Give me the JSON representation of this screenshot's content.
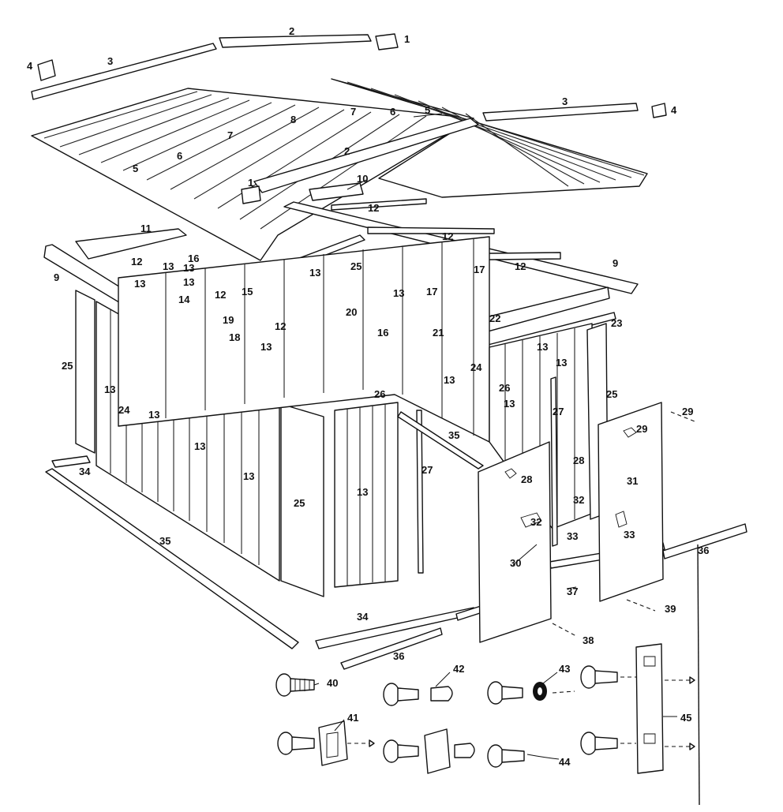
{
  "callouts": {
    "c1a": "1",
    "c1b": "1",
    "c2a": "2",
    "c2b": "2",
    "c3a": "3",
    "c3b": "3",
    "c4a": "4",
    "c4b": "4",
    "c5a": "5",
    "c5b": "5",
    "c6a": "6",
    "c6b": "6",
    "c7a": "7",
    "c7b": "7",
    "c8": "8",
    "c9a": "9",
    "c9b": "9",
    "c10": "10",
    "c11": "11",
    "c12a": "12",
    "c12b": "12",
    "c12c": "12",
    "c12d": "12",
    "c12e": "12",
    "c12f": "12",
    "c13a": "13",
    "c13b": "13",
    "c13c": "13",
    "c13d": "13",
    "c13e": "13",
    "c13f": "13",
    "c13g": "13",
    "c13h": "13",
    "c13i": "13",
    "c13j": "13",
    "c13k": "13",
    "c13l": "13",
    "c13m": "13",
    "c13n": "13",
    "c13o": "13",
    "c13p": "13",
    "c14": "14",
    "c15": "15",
    "c16a": "16",
    "c16b": "16",
    "c17a": "17",
    "c17b": "17",
    "c18": "18",
    "c19": "19",
    "c20": "20",
    "c21": "21",
    "c22": "22",
    "c23": "23",
    "c24a": "24",
    "c24b": "24",
    "c25a": "25",
    "c25b": "25",
    "c25c": "25",
    "c25d": "25",
    "c26a": "26",
    "c26b": "26",
    "c27a": "27",
    "c27b": "27",
    "c28a": "28",
    "c28b": "28",
    "c29a": "29",
    "c29b": "29",
    "c30": "30",
    "c31": "31",
    "c32a": "32",
    "c32b": "32",
    "c33a": "33",
    "c33b": "33",
    "c34a": "34",
    "c34b": "34",
    "c35a": "35",
    "c35b": "35",
    "c36a": "36",
    "c36b": "36",
    "c37": "37",
    "c38": "38",
    "c39": "39",
    "c40": "40",
    "c41": "41",
    "c42": "42",
    "c43": "43",
    "c44": "44",
    "c45": "45"
  }
}
